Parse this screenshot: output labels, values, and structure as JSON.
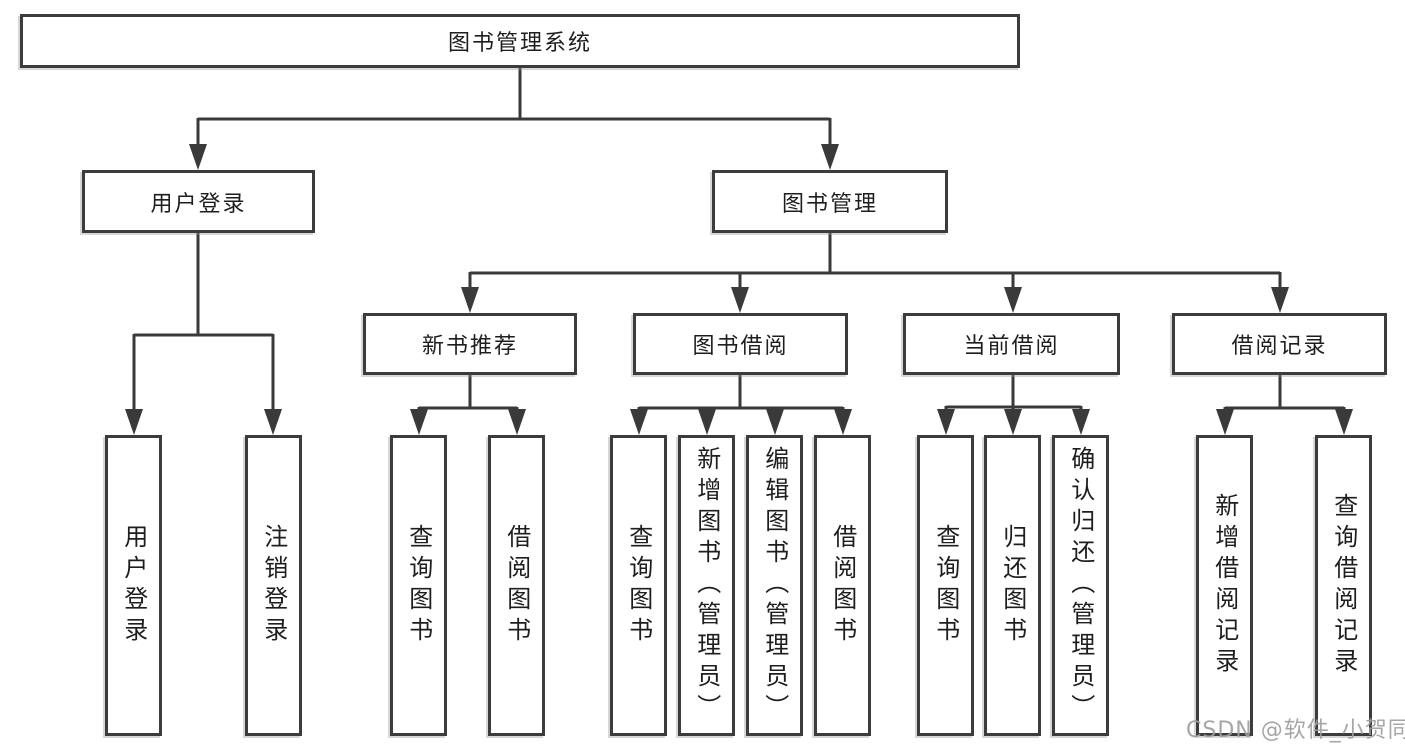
{
  "colors": {
    "line": "#3a3a3a",
    "box_border": "#3c3c3c",
    "text": "#1e1e1e",
    "watermark": "#9e9e9e",
    "background": "#ffffff"
  },
  "diagram": {
    "root": {
      "label": "图书管理系统"
    },
    "user_login_branch": {
      "label": "用户登录",
      "children": [
        "用户登录",
        "注销登录"
      ]
    },
    "book_mgmt_branch": {
      "label": "图书管理",
      "groups": [
        {
          "label": "新书推荐",
          "children": [
            "查询图书",
            "借阅图书"
          ]
        },
        {
          "label": "图书借阅",
          "children": [
            "查询图书",
            "新增图书（管理员）",
            "编辑图书（管理员）",
            "借阅图书"
          ]
        },
        {
          "label": "当前借阅",
          "children": [
            "查询图书",
            "归还图书",
            "确认归还（管理员）"
          ]
        },
        {
          "label": "借阅记录",
          "children": [
            "新增借阅记录",
            "查询借阅记录"
          ]
        }
      ]
    },
    "watermark": "CSDN @软件_小贺同学"
  }
}
